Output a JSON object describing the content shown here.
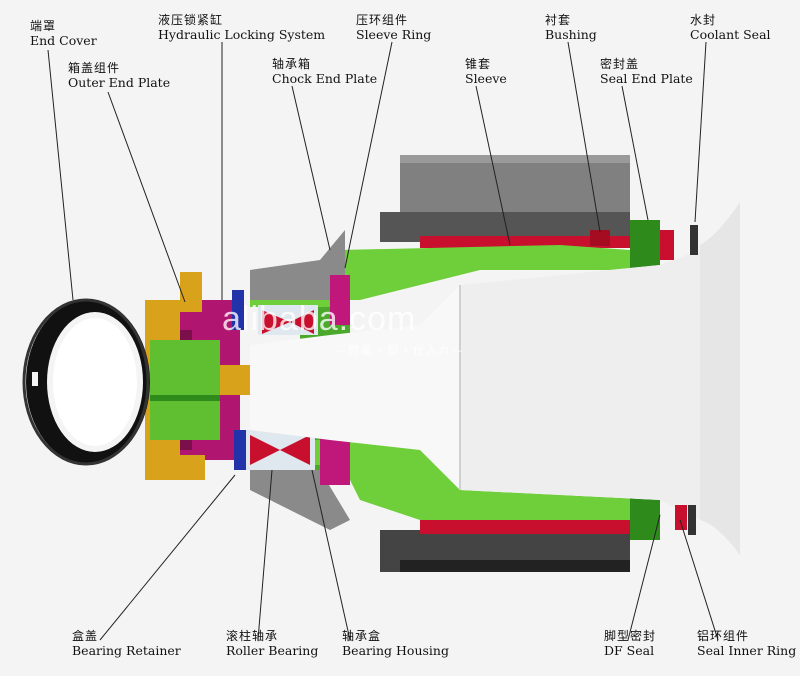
{
  "labels": {
    "end_cover": {
      "zh": "端罩",
      "en": "End Cover"
    },
    "outer_end_plate": {
      "zh": "箱盖组件",
      "en": "Outer End Plate"
    },
    "hydraulic_locking_system": {
      "zh": "液压锁紧缸",
      "en": "Hydraulic Locking System"
    },
    "chock_end_plate": {
      "zh": "轴承箱",
      "en": "Chock End Plate"
    },
    "sleeve_ring": {
      "zh": "压环组件",
      "en": "Sleeve Ring"
    },
    "sleeve": {
      "zh": "锥套",
      "en": "Sleeve"
    },
    "bushing": {
      "zh": "衬套",
      "en": "Bushing"
    },
    "seal_end_plate": {
      "zh": "密封盖",
      "en": "Seal End Plate"
    },
    "coolant_seal": {
      "zh": "水封",
      "en": "Coolant Seal"
    },
    "bearing_retainer": {
      "zh": "盒盖",
      "en": "Bearing Retainer"
    },
    "roller_bearing": {
      "zh": "滚柱轴承",
      "en": "Roller Bearing"
    },
    "bearing_housing": {
      "zh": "轴承盒",
      "en": "Bearing Housing"
    },
    "df_seal": {
      "zh": "脚型密封",
      "en": "DF Seal"
    },
    "seal_inner_ring": {
      "zh": "铝环组件",
      "en": "Seal Inner Ring"
    }
  },
  "watermark": {
    "main": "alibaba.com",
    "sub": "—問屋・卸・仕入れ—"
  },
  "colors": {
    "green": "#6fcf3a",
    "dark_green": "#2f8a1c",
    "magenta": "#c0187a",
    "red": "#c8102e",
    "gold": "#d9a21b",
    "blue": "#2233aa",
    "gray": "#7d7d7d",
    "white_part": "#ececec"
  }
}
